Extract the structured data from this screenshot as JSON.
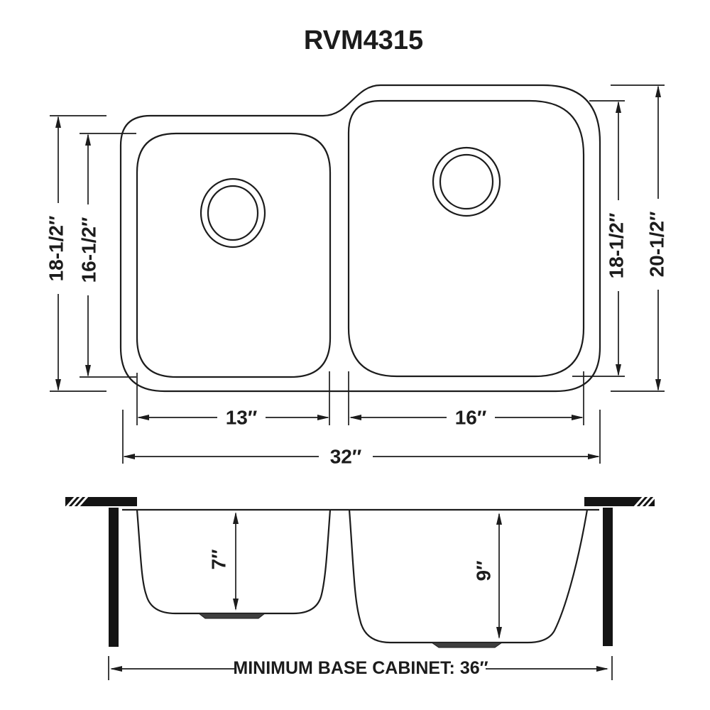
{
  "title": "RVM4315",
  "colors": {
    "line": "#1c1c1c",
    "background": "#ffffff",
    "solid_fill": "#141414",
    "drain_ledge_fill": "#3f3f3f"
  },
  "labels": {
    "left_overall_height": "18-1/2″",
    "left_bowl_height": "16-1/2″",
    "right_bowl_height": "18-1/2″",
    "right_overall_height": "20-1/2″",
    "left_bowl_width": "13″",
    "right_bowl_width": "16″",
    "overall_width": "32″",
    "left_bowl_depth": "7″",
    "right_bowl_depth": "9″",
    "base_cabinet": "MINIMUM BASE CABINET: 36″"
  }
}
